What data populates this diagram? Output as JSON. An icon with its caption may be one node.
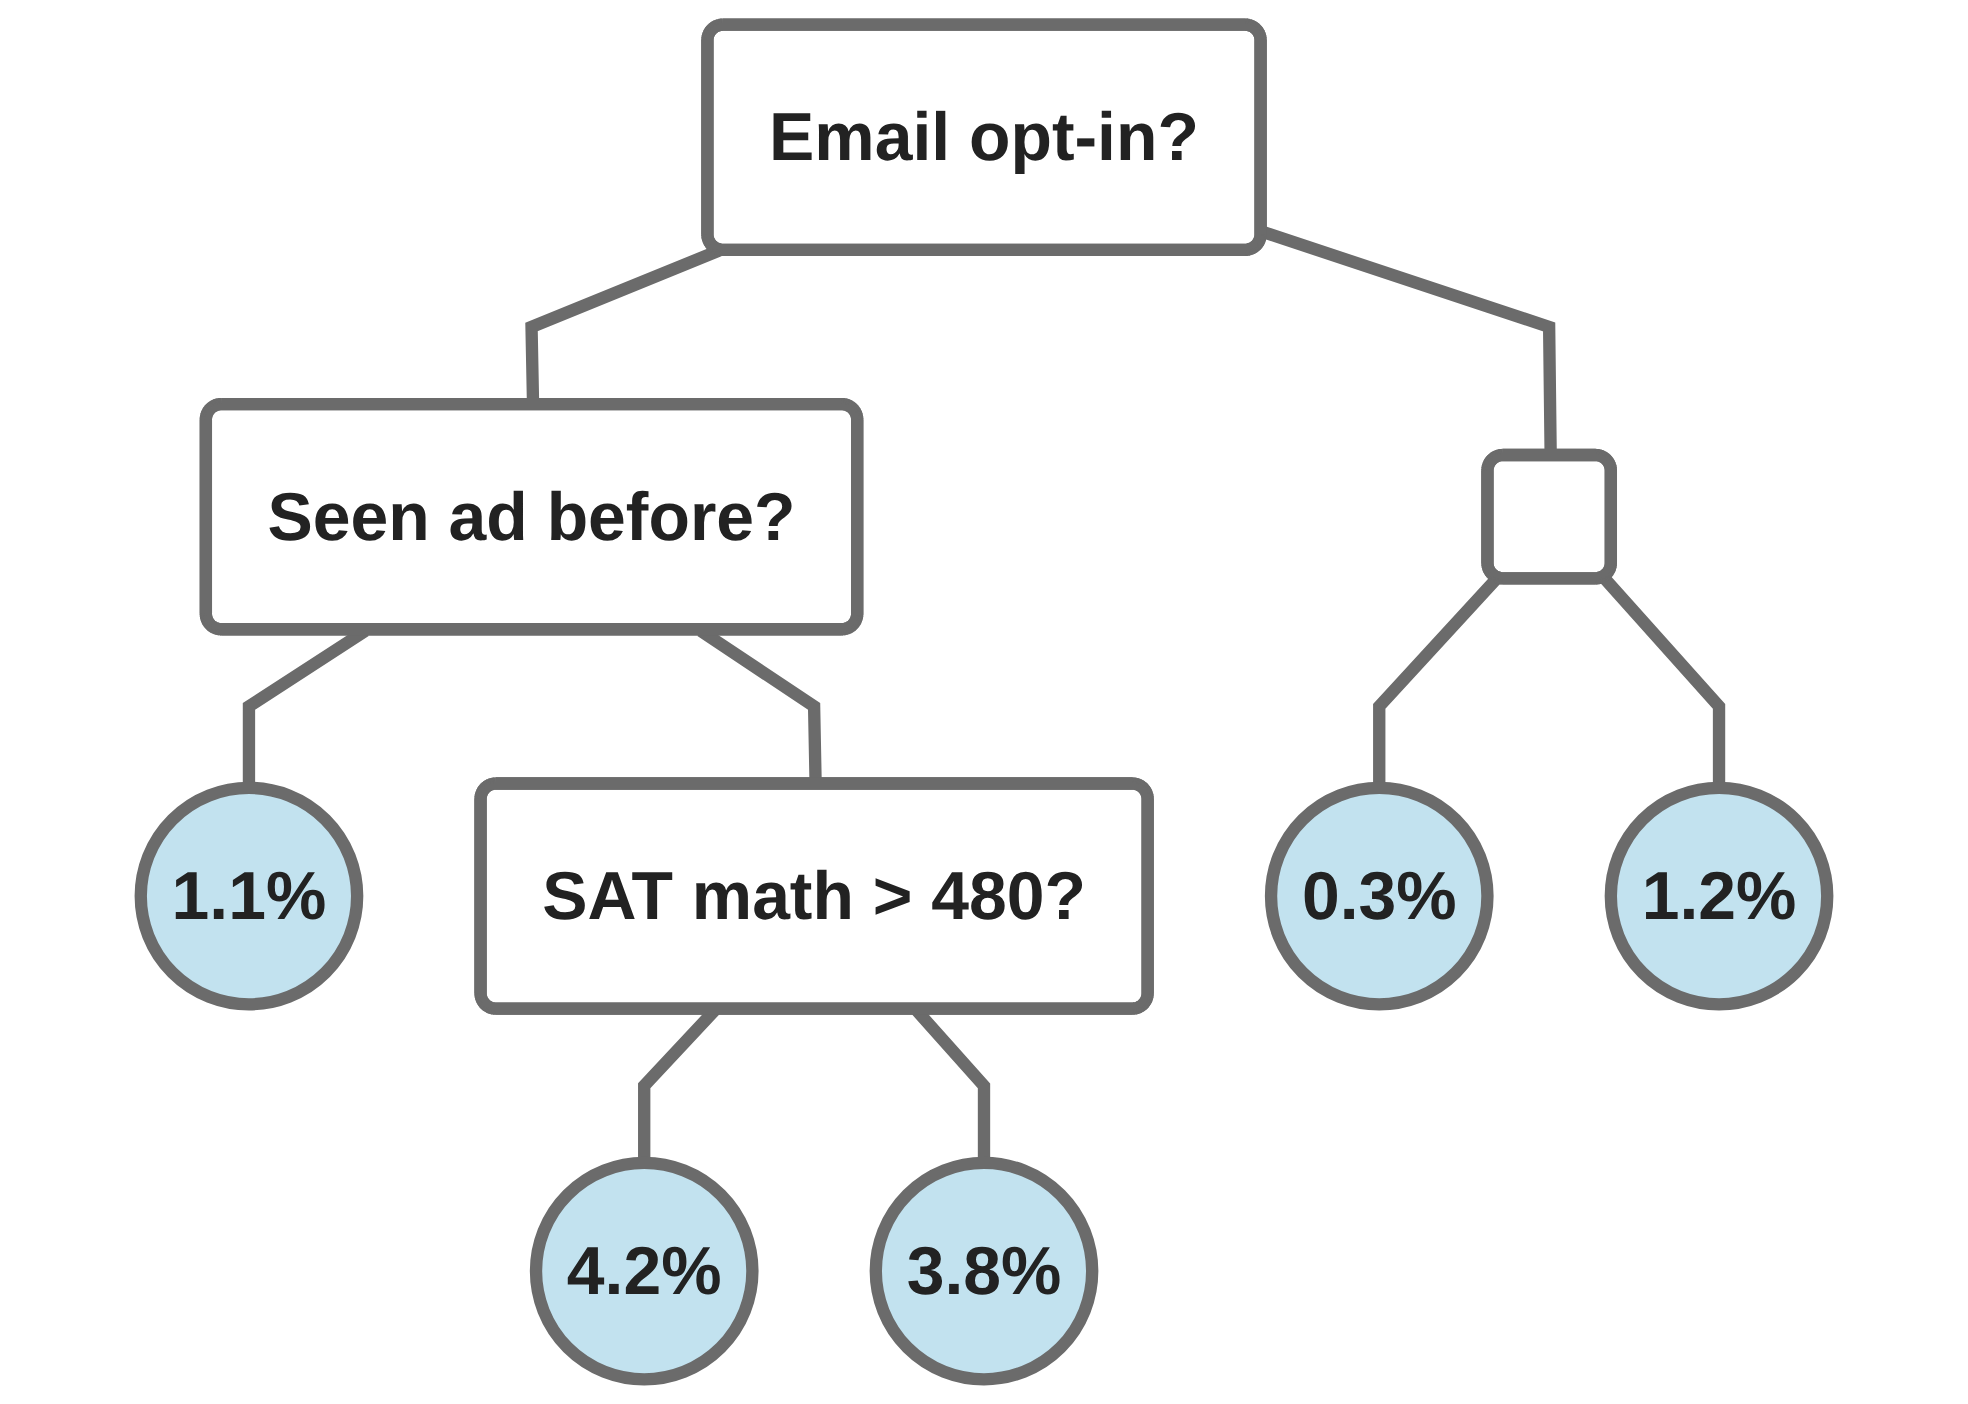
{
  "diagram": {
    "nodes": [
      {
        "text": [
          "Email opt-in?"
        ]
      },
      {
        "text": [
          "Seen ad before?"
        ]
      },
      {
        "text": [],
        "shape": "box"
      },
      {
        "text": [
          "1.1%"
        ]
      },
      {
        "text": [
          "SAT math > 480?"
        ]
      },
      {
        "text": [
          "0.3%"
        ]
      },
      {
        "text": [
          "1.2%"
        ]
      },
      {
        "text": [
          "4.2%"
        ]
      },
      {
        "text": [
          "3.8%"
        ]
      }
    ],
    "edges": [
      {
        "from": 0,
        "to": 1,
        "arrow": "none"
      },
      {
        "from": 0,
        "to": 2,
        "arrow": "none"
      },
      {
        "from": 1,
        "to": 3,
        "arrow": "none"
      },
      {
        "from": 1,
        "to": 4,
        "arrow": "none"
      },
      {
        "from": 2,
        "to": 5,
        "arrow": "none"
      },
      {
        "from": 2,
        "to": 6,
        "arrow": "none"
      },
      {
        "from": 4,
        "to": 7,
        "arrow": "none"
      },
      {
        "from": 4,
        "to": 8,
        "arrow": "none"
      }
    ]
  }
}
